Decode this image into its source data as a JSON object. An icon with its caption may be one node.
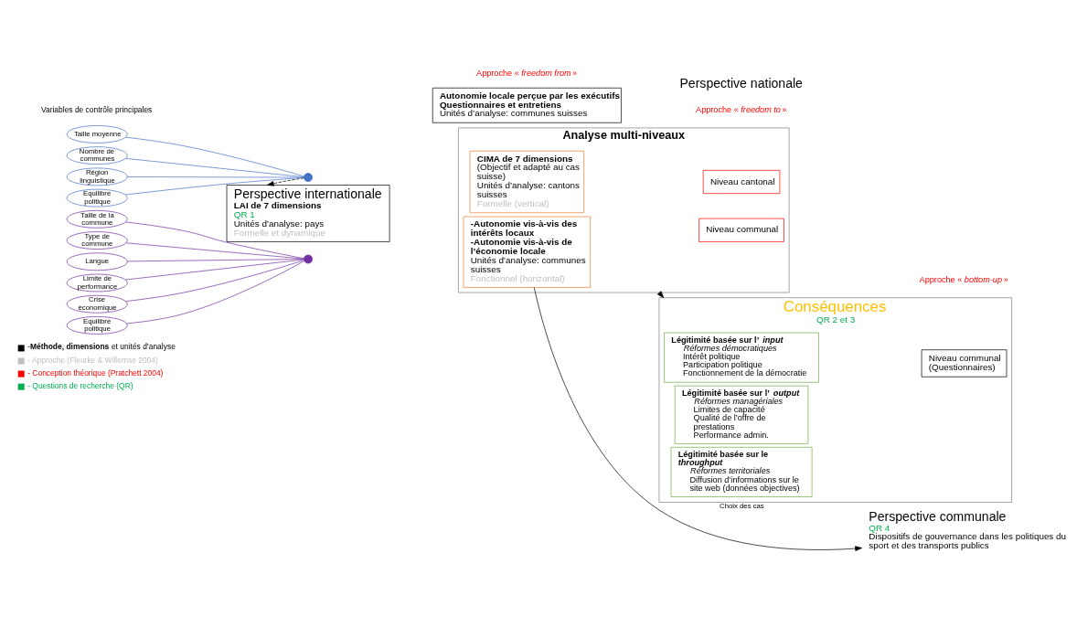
{
  "diagram": {
    "nodes": [
      {
        "text": [
          "Perspective internationale",
          "LAI de 7 dimensions",
          "QR 1",
          "Unités d’analyse: pays",
          "Formelle et dynamique"
        ]
      },
      {
        "text": [
          "Analyse multi-niveaux"
        ]
      },
      {
        "text": [
          "CIMA de 7 dimensions",
          "(Objectif et adapté au cas suisse)",
          "Unités d’analyse: cantons suisses",
          "Formelle (vertical)"
        ],
        "in": 1
      },
      {
        "text": [
          "Niveau cantonal"
        ],
        "in": 1
      },
      {
        "text": [
          "-Autonomie vis-à-vis des intérêts locaux",
          "-Autonomie vis-à-vis de l’économie locale",
          "Unités d’analyse: communes suisses",
          "Fonctionnel (horizontal)"
        ],
        "in": 1
      },
      {
        "text": [
          "Niveau communal"
        ],
        "in": 1
      },
      {
        "text": [],
        "shape": "circle"
      },
      {
        "text": [
          "Taille moyenne"
        ]
      },
      {
        "text": [
          "Nombre de communes"
        ]
      },
      {
        "text": [
          "Région linguistique"
        ]
      },
      {
        "text": [
          "Equilibre politique"
        ]
      },
      {
        "text": [],
        "shape": "circle"
      },
      {
        "text": [
          "Taille de la commune"
        ]
      },
      {
        "text": [
          "Type de commune"
        ]
      },
      {
        "text": [
          "Langue"
        ]
      },
      {
        "text": [
          "Limite de performance"
        ]
      },
      {
        "text": [
          "Crise économique"
        ]
      },
      {
        "text": [
          "Equilibre politique"
        ]
      },
      {
        "text": [
          "Conséquences",
          "QR 2 et 3"
        ]
      },
      {
        "text": [
          "Légitimité basée sur l’*input*",
          "Réformes démocratiques",
          "Intérêt politique",
          "Participation politique",
          "Fonctionnement de la démocratie"
        ],
        "in": 18
      },
      {
        "text": [
          "Légitimité basée sur l’*output*",
          "Réformes managériales",
          "Limites de capacité",
          "Qualité de l’offre de prestations",
          "Performance admin."
        ],
        "in": 18
      },
      {
        "text": [
          "Légitimité basée sur le *throughput*",
          "Réformes territoriales",
          "Diffusion d’informations sur le site web (données objectives)"
        ],
        "in": 18
      },
      {
        "text": [
          "Niveau communal (Questionnaires)"
        ],
        "in": 18
      },
      {
        "text": [
          "Autonomie locale perçue par les exécutifs",
          "Questionnaires et entretiens",
          "Unités d’analyse: communes suisses"
        ]
      },
      {
        "text": [
          "Perspective communale",
          "QR 4",
          "Dispositifs de gouvernance dans les politiques du sport et des transports publics"
        ]
      }
    ],
    "edges": [
      {
        "from": 6,
        "to": 0,
        "arrow": "to",
        "style": "dashed",
        "color": "#000000"
      },
      {
        "from": 7,
        "to": 6,
        "arrow": "none",
        "color": "#4472c4"
      },
      {
        "from": 8,
        "to": 6,
        "arrow": "none",
        "color": "#4472c4"
      },
      {
        "from": 9,
        "to": 6,
        "arrow": "none",
        "color": "#4472c4"
      },
      {
        "from": 10,
        "to": 6,
        "arrow": "none",
        "color": "#4472c4"
      },
      {
        "from": 12,
        "to": 11,
        "arrow": "none",
        "color": "#7030a0"
      },
      {
        "from": 13,
        "to": 11,
        "arrow": "none",
        "color": "#7030a0"
      },
      {
        "from": 14,
        "to": 11,
        "arrow": "none",
        "color": "#7030a0"
      },
      {
        "from": 15,
        "to": 11,
        "arrow": "none",
        "color": "#7030a0"
      },
      {
        "from": 16,
        "to": 11,
        "arrow": "none",
        "color": "#7030a0"
      },
      {
        "from": 17,
        "to": 11,
        "arrow": "none",
        "color": "#7030a0"
      },
      {
        "from": 1,
        "to": 18,
        "arrow": "to",
        "color": "#000000"
      },
      {
        "from": 4,
        "to": 24,
        "arrow": "to",
        "label": "Choix des cas",
        "color": "#000000"
      }
    ],
    "labels": [
      "Perspective nationale",
      "Approche «*freedom from*»",
      "Approche «*freedom to*»",
      "Variables de contrôle principales",
      "Approche «*bottom-up*»"
    ],
    "legend": [
      {
        "text": "-**Méthode, dimensions** et unités d’analyse",
        "color": "#000000"
      },
      {
        "text": "- Approche (Fleurke & Willemse 2004)",
        "color": "#bfbfbf"
      },
      {
        "text": "- Conception théorique (Pratchett 2004)",
        "color": "#ff0000"
      },
      {
        "text": "- Questions de recherche (QR)",
        "color": "#00b050"
      }
    ]
  }
}
